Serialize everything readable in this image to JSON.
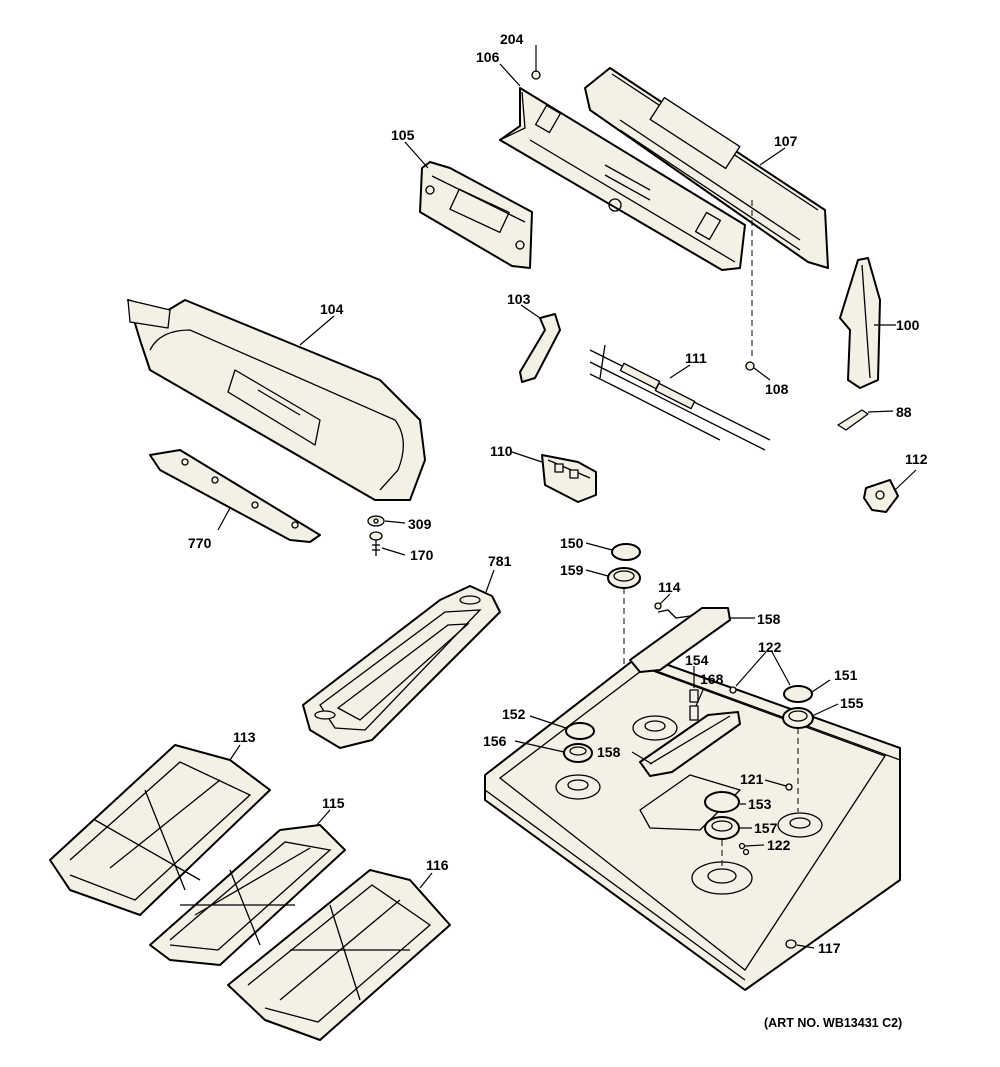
{
  "labels": {
    "p204": "204",
    "p106": "106",
    "p105": "105",
    "p107": "107",
    "p104": "104",
    "p103": "103",
    "p100": "100",
    "p111": "111",
    "p108": "108",
    "p88": "88",
    "p110": "110",
    "p112": "112",
    "p309": "309",
    "p770": "770",
    "p170": "170",
    "p781": "781",
    "p150": "150",
    "p159": "159",
    "p114": "114",
    "p158a": "158",
    "p122a": "122",
    "p154": "154",
    "p168": "168",
    "p151": "151",
    "p152": "152",
    "p155": "155",
    "p156": "156",
    "p158b": "158",
    "p121": "121",
    "p153": "153",
    "p157": "157",
    "p122b": "122",
    "p113": "113",
    "p115": "115",
    "p116": "116",
    "p117": "117"
  },
  "art_number": "(ART NO. WB13431 C2)"
}
